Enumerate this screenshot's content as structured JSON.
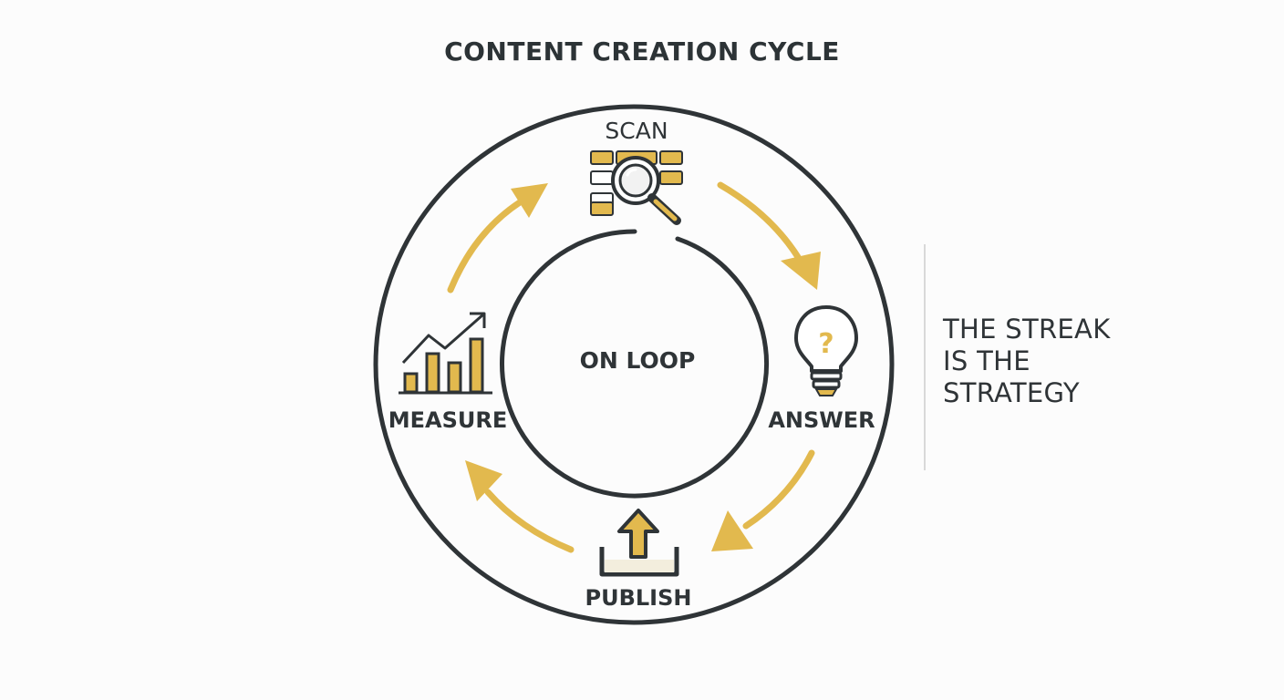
{
  "title": "CONTENT CREATION CYCLE",
  "center_label": "ON LOOP",
  "stages": {
    "scan": {
      "label": "SCAN",
      "icon": "magnifier-grid-icon"
    },
    "answer": {
      "label": "ANSWER",
      "icon": "lightbulb-question-icon"
    },
    "publish": {
      "label": "PUBLISH",
      "icon": "upload-tray-icon"
    },
    "measure": {
      "label": "MEASURE",
      "icon": "growth-chart-icon"
    }
  },
  "tagline": {
    "lines": [
      "THE STREAK",
      "IS THE",
      "STRATEGY"
    ]
  },
  "colors": {
    "accent": "#e2b94e",
    "ink": "#2f3437",
    "divider": "#d9d9d9",
    "background": "#fcfcfc"
  }
}
